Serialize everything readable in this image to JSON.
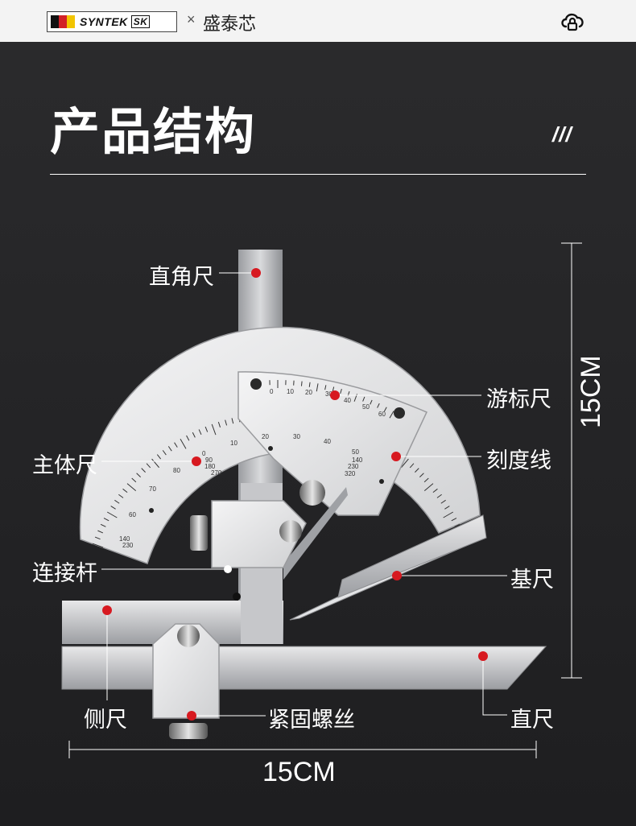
{
  "header": {
    "brand": "SYNTEK",
    "brand_suffix": "SK",
    "separator": "×",
    "partner": "盛泰芯",
    "icon": "cloud-lock-icon",
    "flag_colors": [
      "#111111",
      "#d22127",
      "#f2c500"
    ]
  },
  "section": {
    "title": "产品结构",
    "decoration": "///"
  },
  "parts": {
    "right_angle_ruler": "直角尺",
    "vernier": "游标尺",
    "main_ruler": "主体尺",
    "scale_lines": "刻度线",
    "connecting_rod": "连接杆",
    "base_ruler": "基尺",
    "side_ruler": "侧尺",
    "lock_screw": "紧固螺丝",
    "straight_ruler": "直尺"
  },
  "dimensions": {
    "height": "15CM",
    "width": "15CM"
  },
  "scale": {
    "vernier_ticks": [
      "0",
      "10",
      "20",
      "30",
      "40",
      "50",
      "60"
    ],
    "main_ticks": [
      "0",
      "10",
      "20",
      "30",
      "40",
      "50",
      "60",
      "70",
      "80"
    ],
    "main_inner_left": [
      "90",
      "180",
      "270"
    ],
    "main_inner_right": [
      "140",
      "230",
      "320"
    ],
    "main_inner_bottom_left": [
      "140",
      "230"
    ]
  },
  "colors": {
    "marker": "#d71920",
    "background": "#232324",
    "text": "#ffffff"
  }
}
